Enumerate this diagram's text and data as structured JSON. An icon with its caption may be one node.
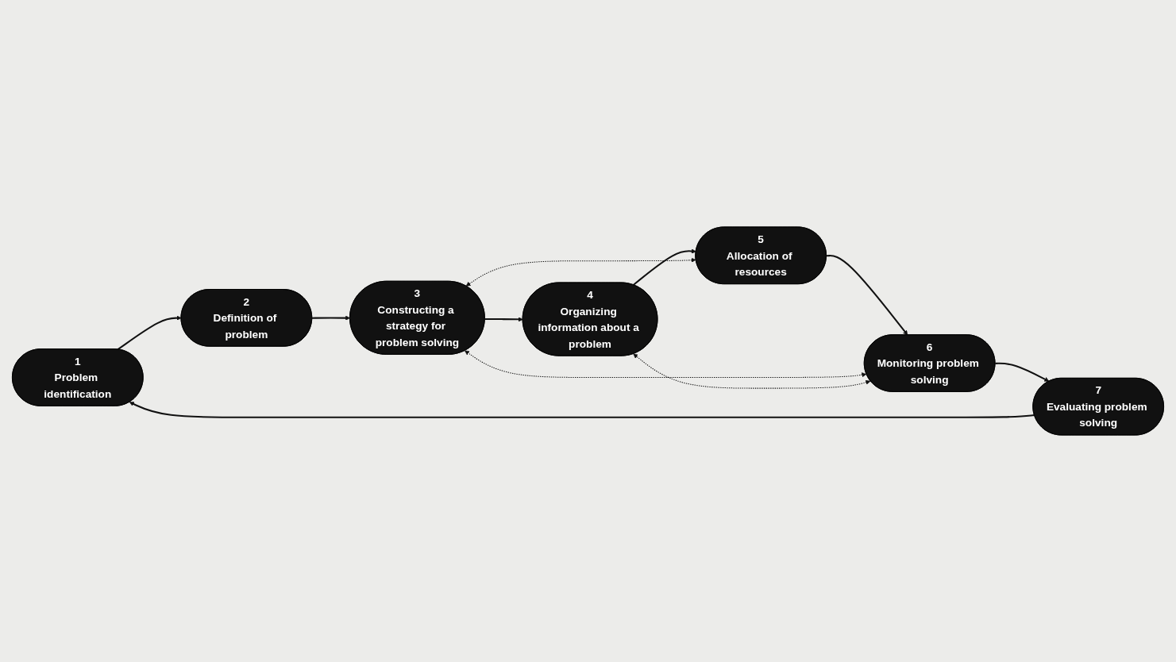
{
  "diagram": {
    "nodes": [
      {
        "text": [
          "1",
          "Problem identification"
        ]
      },
      {
        "text": [
          "2",
          "Definition of problem"
        ]
      },
      {
        "text": [
          "3",
          "Constructing a strategy for problem solving"
        ]
      },
      {
        "text": [
          "4",
          "Organizing information about a problem"
        ]
      },
      {
        "text": [
          "5",
          "Allocation of resources"
        ]
      },
      {
        "text": [
          "6",
          "Monitoring problem solving"
        ]
      },
      {
        "text": [
          "7",
          "Evaluating problem solving"
        ]
      }
    ],
    "edges": [
      {
        "from": 0,
        "to": 1,
        "arrow": "to"
      },
      {
        "from": 1,
        "to": 2,
        "arrow": "to"
      },
      {
        "from": 2,
        "to": 3,
        "arrow": "to"
      },
      {
        "from": 3,
        "to": 4,
        "arrow": "to"
      },
      {
        "from": 4,
        "to": 5,
        "arrow": "to"
      },
      {
        "from": 5,
        "to": 6,
        "arrow": "to"
      },
      {
        "from": 6,
        "to": 0,
        "arrow": "to"
      },
      {
        "from": 5,
        "to": 2,
        "arrow": "both",
        "style": "dashed"
      },
      {
        "from": 5,
        "to": 3,
        "arrow": "both",
        "style": "dashed"
      },
      {
        "from": 4,
        "to": 2,
        "arrow": "both",
        "style": "dashed"
      }
    ]
  }
}
